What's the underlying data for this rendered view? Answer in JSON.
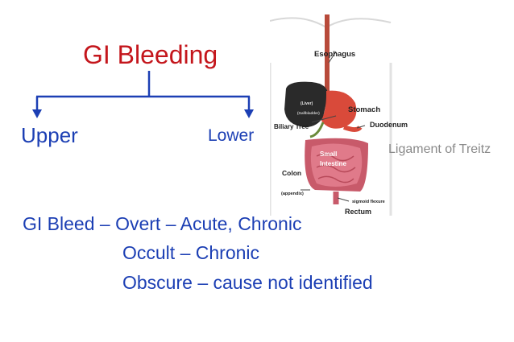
{
  "title": "GI Bleeding",
  "branches": {
    "upper": "Upper",
    "lower": "Lower"
  },
  "anatomy": {
    "labels": {
      "esophagus": "Esophagus",
      "liver": "(Liver)",
      "gallbladder": "(Gallbladder)",
      "stomach": "Stomach",
      "biliary_tree": "Biliary Tree",
      "duodenum": "Duodenum",
      "small_intestine": "Small Intestine",
      "colon": "Colon",
      "appendix": "(appendix)",
      "sigmoid_flexure": "sigmoid flexure",
      "rectum": "Rectum"
    },
    "ligament_label": "Ligament of Treitz"
  },
  "classification": {
    "line1": "GI Bleed – Overt – Acute, Chronic",
    "line2": "Occult – Chronic",
    "line3": "Obscure – cause not identified"
  },
  "colors": {
    "title": "#c4161c",
    "text": "#1c3fb4",
    "ligament": "#8a8a8a"
  }
}
